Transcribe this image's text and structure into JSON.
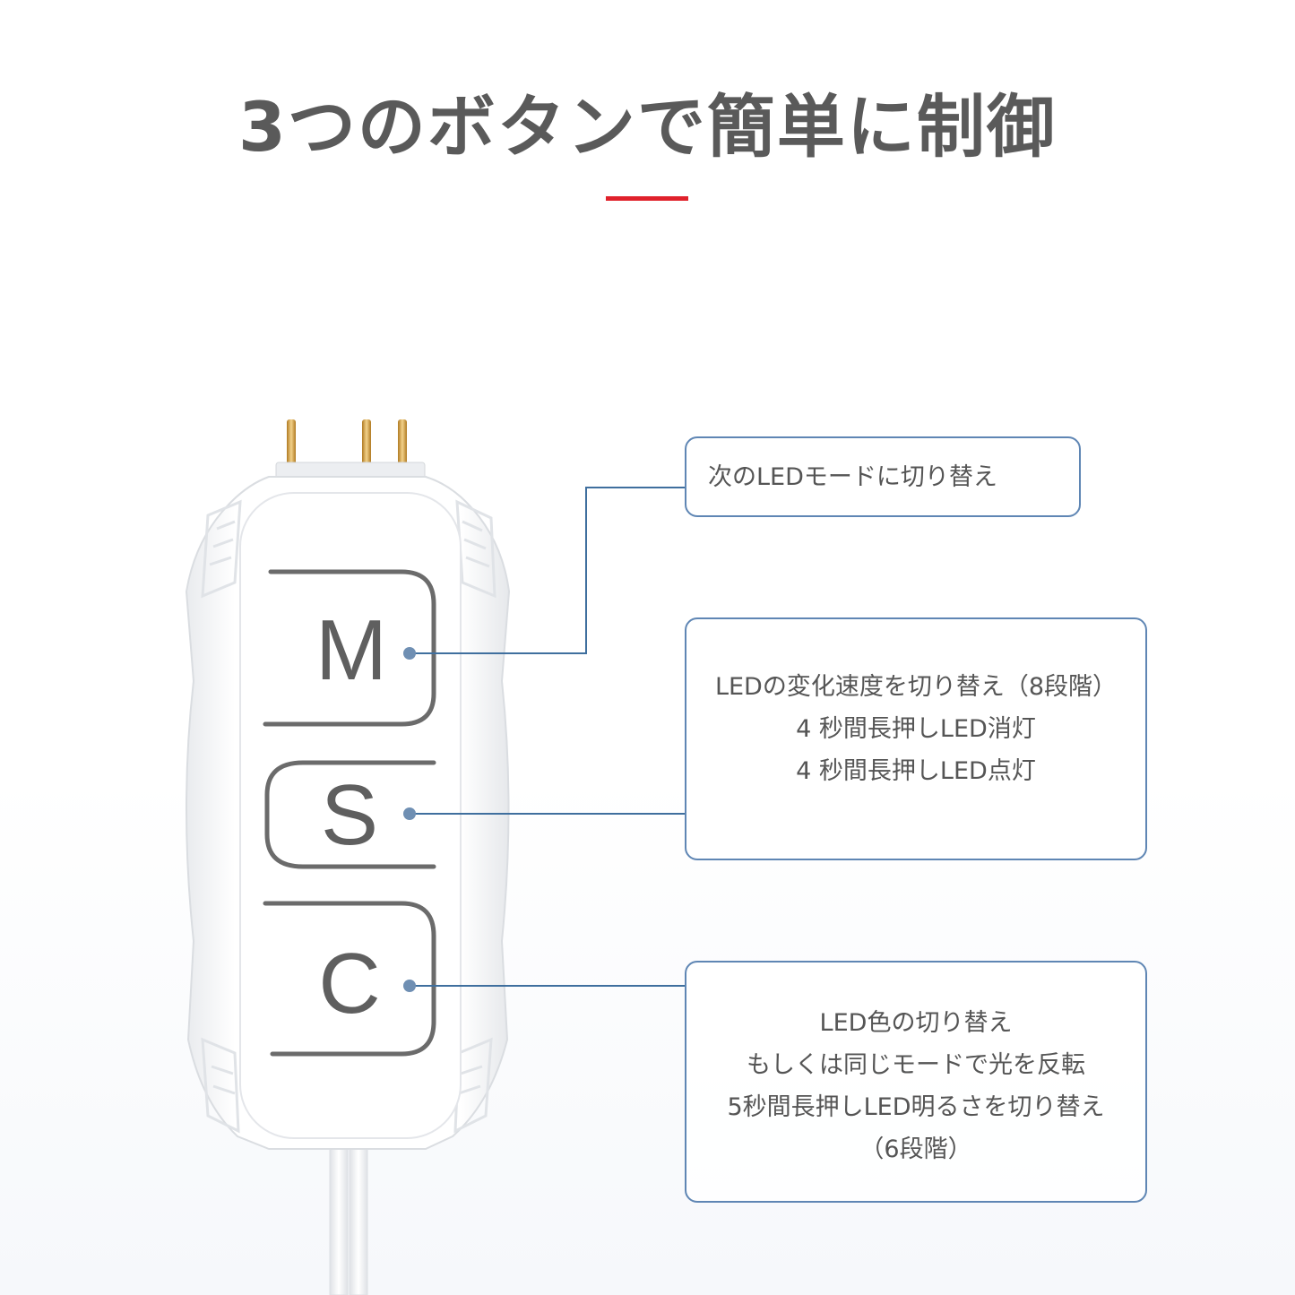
{
  "header": {
    "title": "3つのボタンで簡単に制御",
    "accent_color": "#e0212b"
  },
  "buttons": {
    "m_label": "M",
    "s_label": "S",
    "c_label": "C"
  },
  "callouts": {
    "m": {
      "lines": [
        "次のLEDモードに切り替え"
      ]
    },
    "s": {
      "lines": [
        "LEDの変化速度を切り替え（8段階）",
        "4 秒間長押しLED消灯",
        "4 秒間長押しLED点灯"
      ]
    },
    "c": {
      "lines": [
        "LED色の切り替え",
        "もしくは同じモードで光を反転",
        "5秒間長押しLED明るさを切り替え",
        "（6段階）"
      ]
    }
  },
  "colors": {
    "callout_border": "#5f86b4",
    "connector_line": "#3f6f9e",
    "button_outline": "#6b6b6b",
    "pin_gold": "#d8a24a"
  }
}
